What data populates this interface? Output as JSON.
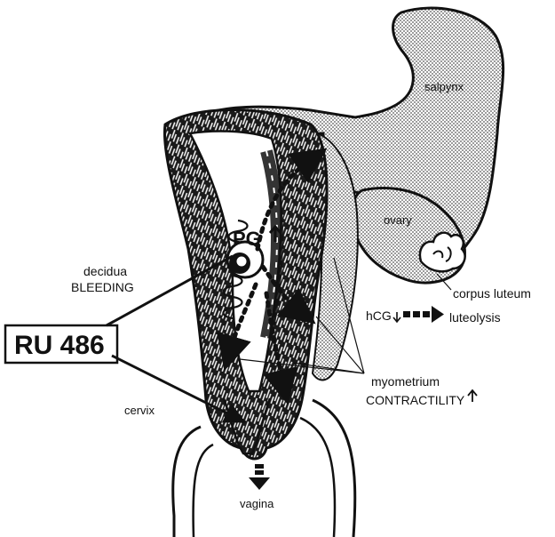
{
  "labels": {
    "salpynx": "salpynx",
    "ovary": "ovary",
    "corpus_luteum": "corpus luteum",
    "hcg": "hCG",
    "luteolysis": "luteolysis",
    "pg": "PG",
    "decidua": "decidua",
    "bleeding": "BLEEDING",
    "ru486": "RU 486",
    "myometrium": "myometrium",
    "contractility": "CONTRACTILITY",
    "cervix": "cervix",
    "vagina": "vagina"
  },
  "colors": {
    "ink": "#111111",
    "background": "#ffffff",
    "stipple": "#8a8a8a"
  }
}
